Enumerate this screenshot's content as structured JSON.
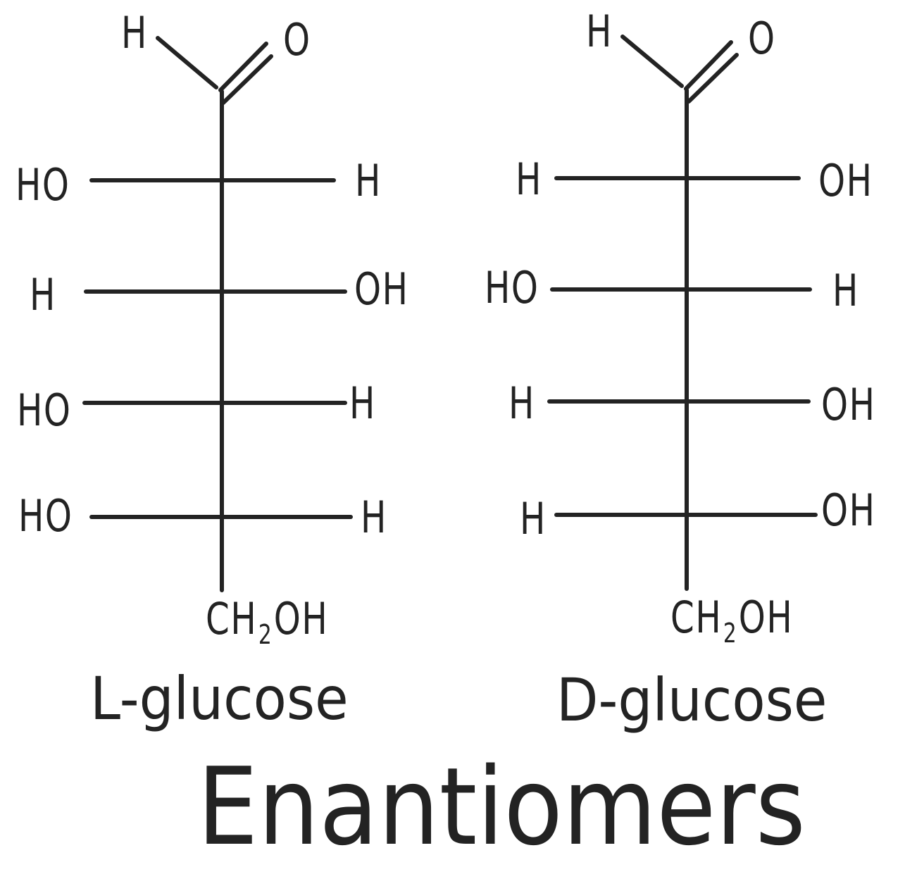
{
  "title": "Enantiomers",
  "stroke_color": "#232323",
  "background": "#ffffff",
  "molecules": [
    {
      "name": "L-glucose",
      "top": {
        "left": "H",
        "right": "O",
        "bond": "aldehyde C=O"
      },
      "rows": [
        {
          "left": "HO",
          "right": "H"
        },
        {
          "left": "H",
          "right": "OH"
        },
        {
          "left": "HO",
          "right": "H"
        },
        {
          "left": "HO",
          "right": "H"
        }
      ],
      "bottom": {
        "main": "CH",
        "sub": "2",
        "tail": "OH"
      }
    },
    {
      "name": "D-glucose",
      "top": {
        "left": "H",
        "right": "O",
        "bond": "aldehyde C=O"
      },
      "rows": [
        {
          "left": "H",
          "right": "OH"
        },
        {
          "left": "HO",
          "right": "H"
        },
        {
          "left": "H",
          "right": "OH"
        },
        {
          "left": "H",
          "right": "OH"
        }
      ],
      "bottom": {
        "main": "CH",
        "sub": "2",
        "tail": "OH"
      }
    }
  ]
}
